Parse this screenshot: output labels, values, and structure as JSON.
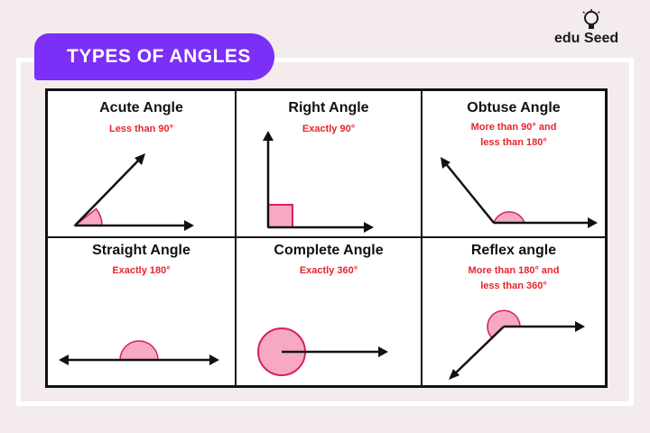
{
  "header": {
    "title": "TYPES OF ANGLES"
  },
  "logo": {
    "text": "edu Seed"
  },
  "angles": [
    {
      "name": "Acute Angle",
      "desc": "Less than 90°",
      "desc2": ""
    },
    {
      "name": "Right Angle",
      "desc": "Exactly 90°",
      "desc2": ""
    },
    {
      "name": "Obtuse Angle",
      "desc": "More than 90° and",
      "desc2": "less than 180°"
    },
    {
      "name": "Straight Angle",
      "desc": "Exactly 180°",
      "desc2": ""
    },
    {
      "name": "Complete Angle",
      "desc": "Exactly 360°",
      "desc2": ""
    },
    {
      "name": "Reflex angle",
      "desc": "More than 180° and",
      "desc2": "less than 360°"
    }
  ],
  "colors": {
    "accent": "#7b2ff7",
    "description": "#e8242c",
    "angle_fill": "#f7a8c4",
    "angle_stroke": "#d61f63"
  }
}
